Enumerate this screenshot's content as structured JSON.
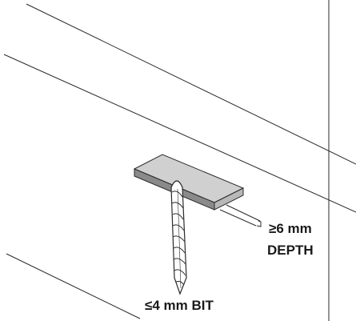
{
  "labels": {
    "depth_value": "≥6 mm",
    "depth_word": "DEPTH",
    "bit": "≤4 mm BIT"
  },
  "colors": {
    "line": "#2a2a2a",
    "plate_top": "#d0d0d0",
    "plate_edge": "#8a8a8a",
    "bit_fill": "#ffffff",
    "text": "#1a1a1a"
  }
}
